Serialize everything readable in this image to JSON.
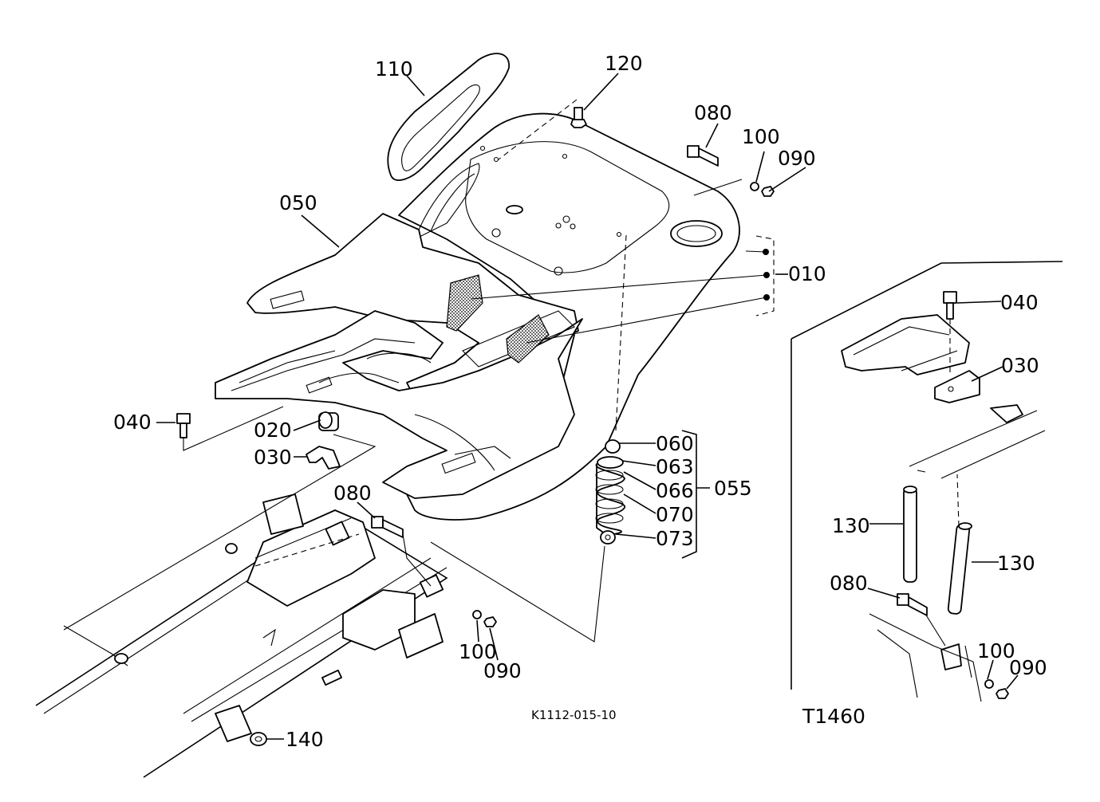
{
  "diagram": {
    "drawing_code": "K1112-015-10",
    "figure_id": "T1460",
    "callouts": {
      "p110": "110",
      "p120": "120",
      "p080_top": "080",
      "p100_top": "100",
      "p090_top": "090",
      "p050": "050",
      "p010": "010",
      "p040_left": "040",
      "p020": "020",
      "p030_left": "030",
      "p060": "060",
      "p063": "063",
      "p066": "066",
      "p070": "070",
      "p073": "073",
      "p055": "055",
      "p080_mid": "080",
      "p100_mid": "100",
      "p090_mid": "090",
      "p140": "140",
      "p040_right": "040",
      "p030_right": "030",
      "p130_a": "130",
      "p130_b": "130",
      "p080_right": "080",
      "p100_right": "100",
      "p090_right": "090"
    }
  }
}
